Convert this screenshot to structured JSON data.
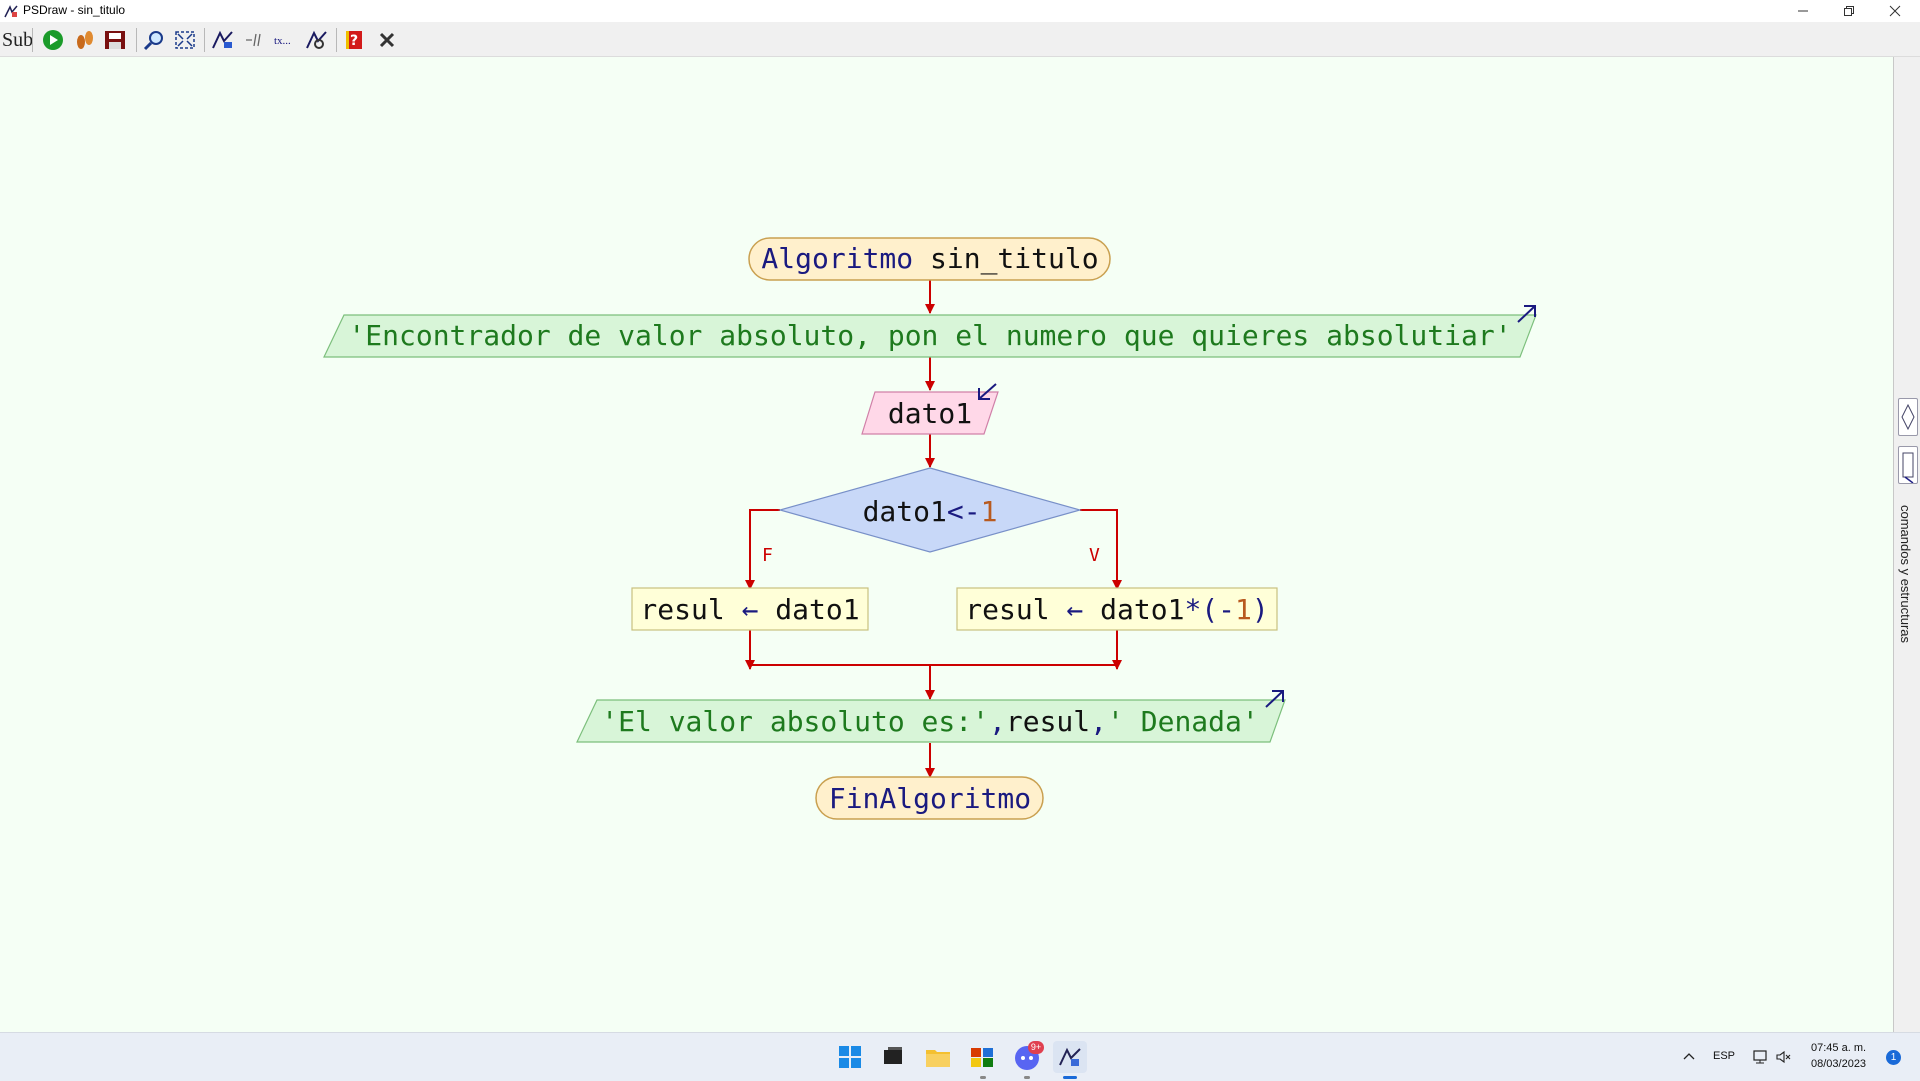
{
  "window": {
    "title": "PSDraw - sin_titulo"
  },
  "toolbar": {
    "sub_label": "Sub",
    "buttons": [
      "run-icon",
      "step-icon",
      "save-icon",
      "zoom-icon",
      "fit-icon",
      "flow-edit-icon",
      "comments-icon",
      "text-icon",
      "config-icon",
      "help-icon",
      "close-icon"
    ]
  },
  "flowchart": {
    "start_keyword": "Algoritmo",
    "start_name": "sin_titulo",
    "write1": "'Encontrador de valor absoluto, pon el numero que quieres absolutiar'",
    "read1": "dato1",
    "cond_var": "dato1",
    "cond_op": "<-",
    "cond_num": "1",
    "false_label": "F",
    "true_label": "V",
    "assign_left_target": "resul",
    "assign_arrow": "←",
    "assign_left_value": "dato1",
    "assign_right_target": "resul",
    "assign_right_value_var": "dato1",
    "assign_right_value_op": "*(-",
    "assign_right_value_num": "1",
    "assign_right_value_close": ")",
    "write2_str1": "'El valor absoluto es:'",
    "write2_comma1": ",",
    "write2_var": "resul",
    "write2_comma2": ",",
    "write2_str2": "' Denada'",
    "end_label": "FinAlgoritmo"
  },
  "side_panel": {
    "label": "comandos y estructuras"
  },
  "taskbar": {
    "apps": [
      "windows-start-icon",
      "task-view-icon",
      "file-explorer-icon",
      "office-icon",
      "discord-icon",
      "psdraw-icon"
    ],
    "discord_badge": "9+",
    "lang": "ESP",
    "time": "07:45 a. m.",
    "date": "08/03/2023",
    "notification_count": "1"
  },
  "colors": {
    "canvas": "#f5fff5",
    "arrow": "#cc0000",
    "keyword": "#1a1a80",
    "string": "#1e7a1e",
    "number": "#b85a1f",
    "terminal_fill": "#fff0cc",
    "write_fill": "#d8f5d8",
    "read_fill": "#ffd8e8",
    "decision_fill": "#c8d8f8",
    "process_fill": "#ffffd8"
  }
}
